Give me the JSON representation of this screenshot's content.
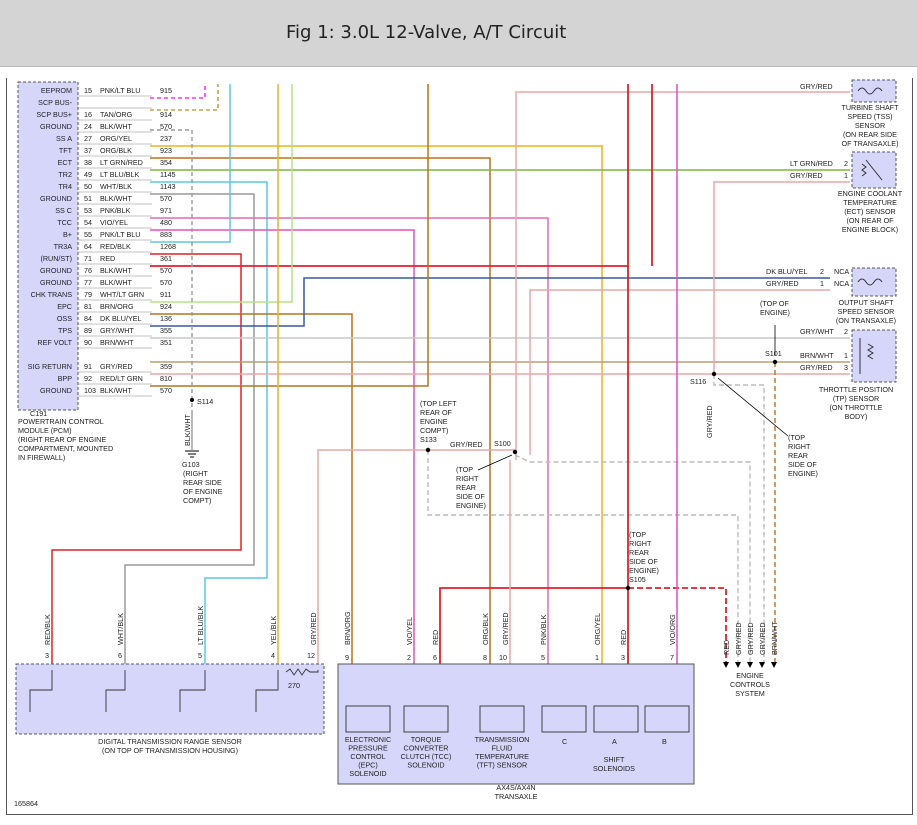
{
  "title": "Fig 1: 3.0L 12-Valve, A/T Circuit",
  "figure_id": "165864",
  "pcm": {
    "connector": "C191",
    "label_lines": [
      "POWERTRAIN CONTROL",
      "MODULE (PCM)",
      "(RIGHT REAR OF ENGINE",
      "COMPARTMENT, MOUNTED",
      "IN FIREWALL)"
    ],
    "pins": [
      {
        "name": "EEPROM",
        "pin": "15",
        "wire": "PNK/LT BLU",
        "circuit": "915"
      },
      {
        "name": "SCP BUS-",
        "pin": "",
        "wire": "",
        "circuit": ""
      },
      {
        "name": "SCP BUS+",
        "pin": "16",
        "wire": "TAN/ORG",
        "circuit": "914"
      },
      {
        "name": "GROUND",
        "pin": "24",
        "wire": "BLK/WHT",
        "circuit": "570"
      },
      {
        "name": "SS A",
        "pin": "27",
        "wire": "ORG/YEL",
        "circuit": "237"
      },
      {
        "name": "TFT",
        "pin": "37",
        "wire": "ORG/BLK",
        "circuit": "923"
      },
      {
        "name": "ECT",
        "pin": "38",
        "wire": "LT GRN/RED",
        "circuit": "354"
      },
      {
        "name": "TR2",
        "pin": "49",
        "wire": "LT BLU/BLK",
        "circuit": "1145"
      },
      {
        "name": "TR4",
        "pin": "50",
        "wire": "WHT/BLK",
        "circuit": "1143"
      },
      {
        "name": "GROUND",
        "pin": "51",
        "wire": "BLK/WHT",
        "circuit": "570"
      },
      {
        "name": "SS C",
        "pin": "53",
        "wire": "PNK/BLK",
        "circuit": "971"
      },
      {
        "name": "TCC",
        "pin": "54",
        "wire": "VIO/YEL",
        "circuit": "480"
      },
      {
        "name": "B+",
        "pin": "55",
        "wire": "PNK/LT BLU",
        "circuit": "883"
      },
      {
        "name": "TR3A",
        "pin": "64",
        "wire": "RED/BLK",
        "circuit": "1268"
      },
      {
        "name": "(RUN/ST)",
        "pin": "71",
        "wire": "RED",
        "circuit": "361"
      },
      {
        "name": "GROUND",
        "pin": "76",
        "wire": "BLK/WHT",
        "circuit": "570"
      },
      {
        "name": "GROUND",
        "pin": "77",
        "wire": "BLK/WHT",
        "circuit": "570"
      },
      {
        "name": "CHK TRANS",
        "pin": "79",
        "wire": "WHT/LT GRN",
        "circuit": "911"
      },
      {
        "name": "EPC",
        "pin": "81",
        "wire": "BRN/ORG",
        "circuit": "924"
      },
      {
        "name": "OSS",
        "pin": "84",
        "wire": "DK BLU/YEL",
        "circuit": "136"
      },
      {
        "name": "TPS",
        "pin": "89",
        "wire": "GRY/WHT",
        "circuit": "355"
      },
      {
        "name": "REF VOLT",
        "pin": "90",
        "wire": "BRN/WHT",
        "circuit": "351"
      },
      {
        "name": "SIG RETURN",
        "pin": "91",
        "wire": "GRY/RED",
        "circuit": "359"
      },
      {
        "name": "BPP",
        "pin": "92",
        "wire": "RED/LT GRN",
        "circuit": "810"
      },
      {
        "name": "GROUND",
        "pin": "103",
        "wire": "BLK/WHT",
        "circuit": "570"
      }
    ]
  },
  "splices": {
    "s114": "S114",
    "s133": "S133",
    "s100": "S100",
    "s116": "S116",
    "s101": "S101",
    "s105": "S105"
  },
  "ground": {
    "wire": "BLK/WHT",
    "id": "G103",
    "lines": [
      "(RIGHT",
      "REAR SIDE",
      "OF ENGINE",
      "COMPT)"
    ]
  },
  "locations": {
    "s133": [
      "(TOP LEFT",
      "REAR OF",
      "ENGINE",
      "COMPT)"
    ],
    "s100": [
      "(TOP",
      "RIGHT",
      "REAR",
      "SIDE OF",
      "ENGINE)"
    ],
    "s116": [
      "(TOP",
      "RIGHT",
      "REAR",
      "SIDE OF",
      "ENGINE)"
    ],
    "s101": [
      "(TOP OF",
      "ENGINE)"
    ],
    "s105": [
      "(TOP",
      "RIGHT",
      "REAR",
      "SIDE OF",
      "ENGINE)"
    ]
  },
  "right_components": {
    "tss": {
      "wire": "GRY/RED",
      "lines": [
        "TURBINE SHAFT",
        "SPEED (TSS)",
        "SENSOR",
        "(ON REAR SIDE",
        "OF TRANSAXLE)"
      ]
    },
    "ect": {
      "wires": [
        {
          "pin": "2",
          "wire": "LT GRN/RED"
        },
        {
          "pin": "1",
          "wire": "GRY/RED"
        }
      ],
      "lines": [
        "ENGINE COOLANT",
        "TEMPERATURE",
        "(ECT) SENSOR",
        "(ON REAR OF",
        "ENGINE BLOCK)"
      ]
    },
    "oss": {
      "wires": [
        {
          "pin": "2",
          "wire": "DK BLU/YEL",
          "nca": "NCA"
        },
        {
          "pin": "1",
          "wire": "GRY/RED",
          "nca": "NCA"
        }
      ],
      "lines": [
        "OUTPUT SHAFT",
        "SPEED SENSOR",
        "(ON TRANSAXLE)"
      ]
    },
    "tp": {
      "wires": [
        {
          "pin": "2",
          "wire": "GRY/WHT"
        },
        {
          "pin": "1",
          "wire": "BRN/WHT"
        },
        {
          "pin": "3",
          "wire": "GRY/RED"
        }
      ],
      "lines": [
        "THROTTLE POSITION",
        "(TP) SENSOR",
        "(ON THROTTLE",
        "BODY)"
      ]
    }
  },
  "vertical_labels": {
    "s114_wire": "BLK/WHT",
    "s116_wire": "GRY/RED",
    "s133_wire": "GRY/RED"
  },
  "engine_controls": {
    "wires": [
      "RED",
      "GRY/RED",
      "GRY/RED",
      "GRY/RED",
      "BRN/WHT"
    ],
    "lines": [
      "ENGINE",
      "CONTROLS",
      "SYSTEM"
    ]
  },
  "dtr": {
    "wires": [
      {
        "pin": "3",
        "wire": "RED/BLK"
      },
      {
        "pin": "6",
        "wire": "WHT/BLK"
      },
      {
        "pin": "5",
        "wire": "LT BLU/BLK"
      },
      {
        "pin": "4",
        "wire": "YEL/BLK"
      },
      {
        "pin": "12",
        "wire": "GRY/RED"
      }
    ],
    "resistor": "270",
    "lines": [
      "DIGITAL TRANSMISSION RANGE SENSOR",
      "(ON TOP OF TRANSMISSION HOUSING)"
    ]
  },
  "transaxle": {
    "wires": [
      {
        "pin": "9",
        "wire": "BRN/ORG"
      },
      {
        "pin": "2",
        "wire": "VIO/YEL"
      },
      {
        "pin": "6",
        "wire": "RED"
      },
      {
        "pin": "8",
        "wire": "ORG/BLK"
      },
      {
        "pin": "10",
        "wire": "GRY/RED"
      },
      {
        "pin": "5",
        "wire": "PNK/BLK"
      },
      {
        "pin": "1",
        "wire": "ORG/YEL"
      },
      {
        "pin": "3",
        "wire": "RED"
      },
      {
        "pin": "7",
        "wire": "VIO/ORG"
      }
    ],
    "epc_lines": [
      "ELECTRONIC",
      "PRESSURE",
      "CONTROL",
      "(EPC)",
      "SOLENOID"
    ],
    "tcc_lines": [
      "TORQUE",
      "CONVERTER",
      "CLUTCH (TCC)",
      "SOLENOID"
    ],
    "tft_lines": [
      "TRANSMISSION",
      "FLUID",
      "TEMPERATURE",
      "(TFT) SENSOR"
    ],
    "shift": {
      "c": "C",
      "a": "A",
      "b": "B",
      "lines": [
        "SHIFT",
        "SOLENOIDS"
      ]
    },
    "lines": [
      "AX4S/AX4N",
      "TRANSAXLE"
    ]
  },
  "colors": {
    "red": "#e0202a",
    "pink": "#e86ab0",
    "magenta": "#ff30ff",
    "tan": "#c9a050",
    "gray": "#9a9a9a",
    "orange": "#f0b21c",
    "brown": "#b8741c",
    "ltgreen": "#7ab83c",
    "ltblue": "#5cc8e0",
    "grayred": "#e8a8a8",
    "dkblue": "#3a5a9a",
    "violet": "#e050c0",
    "component_fill": "#d6d6fa"
  }
}
